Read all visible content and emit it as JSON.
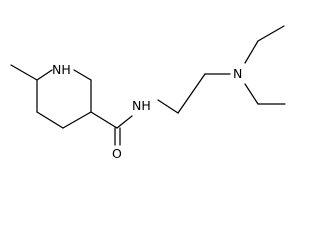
{
  "molecule": {
    "atoms": {
      "ring_nh": "NH",
      "amide_nh": "NH",
      "amine_n": "N",
      "carbonyl_o": "O"
    }
  },
  "colors": {
    "bond": "#000000",
    "label": "#000000",
    "background": "#ffffff"
  }
}
